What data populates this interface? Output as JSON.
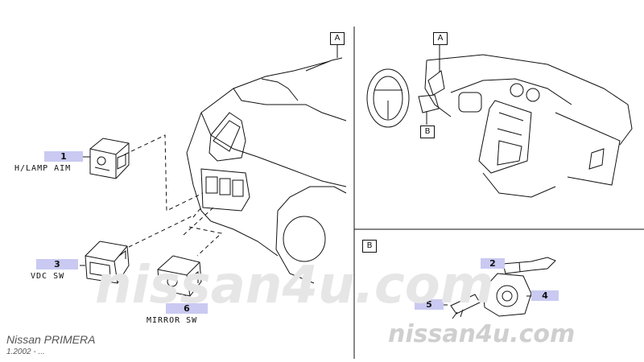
{
  "parts": [
    {
      "number": "1",
      "name": "H/LAMP AIM"
    },
    {
      "number": "2",
      "name": ""
    },
    {
      "number": "3",
      "name": "VDC SW"
    },
    {
      "number": "4",
      "name": ""
    },
    {
      "number": "5",
      "name": ""
    },
    {
      "number": "6",
      "name": "MIRROR SW"
    }
  ],
  "reference_boxes": {
    "a_main": "A",
    "a_overview": "A",
    "b_overview": "B",
    "b_panel": "B"
  },
  "watermark": {
    "center": "nissan4u.com",
    "bottom_right": "nissan4u.com"
  },
  "footer": {
    "model": "Nissan PRIMERA",
    "date": "1.2002 - ..."
  },
  "colors": {
    "label_highlight": "#c9c9f2",
    "line": "#111111",
    "watermark": "#cfcfcf"
  }
}
